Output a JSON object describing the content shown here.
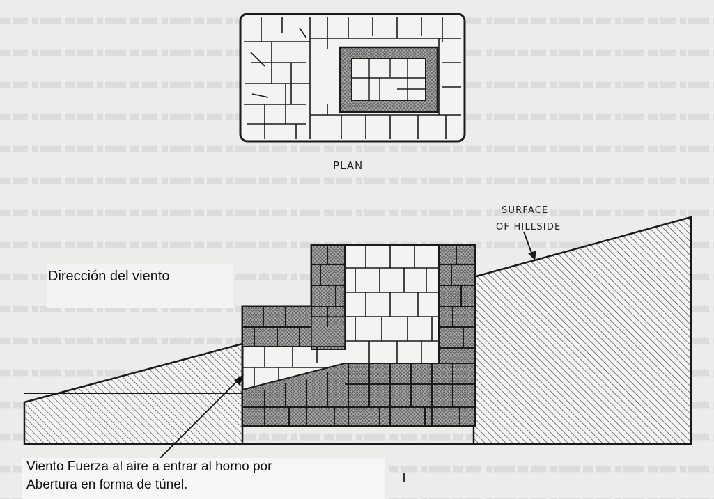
{
  "figure": {
    "plan_label": "PLAN",
    "hillside_label_line1": "SURFACE",
    "hillside_label_line2": "OF HILLSIDE"
  },
  "annotations": {
    "wind_direction": "Dirección del viento",
    "caption_line1": "Viento Fuerza al aire a entrar al horno por",
    "caption_line2": "Abertura en forma de túnel."
  },
  "colors": {
    "paper": "#ececea",
    "ink": "#1a1a1a",
    "stone_dark": "#9a9a9a",
    "stone_light": "#f2f2f2",
    "hatch": "#555555"
  }
}
